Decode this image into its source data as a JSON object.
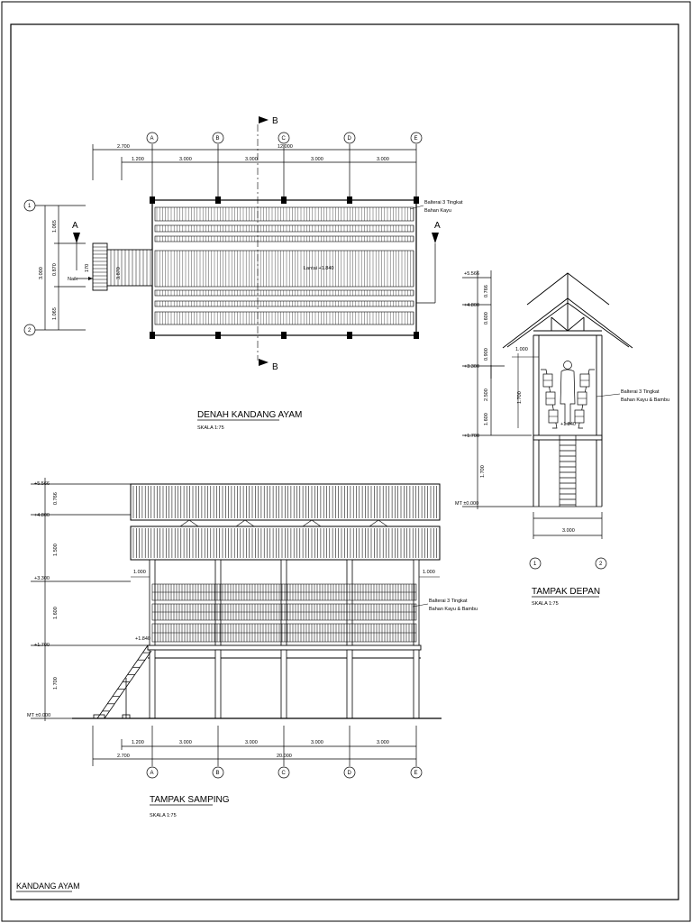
{
  "sheet_title": "KANDANG AYAM",
  "plan": {
    "title": "DENAH KANDANG AYAM",
    "scale": "SKALA 1:75",
    "grid_letters": [
      "A",
      "B",
      "C",
      "D",
      "E"
    ],
    "grid_numbers": [
      "1",
      "2"
    ],
    "dim_total_left": "2.700",
    "dim_total": "12.000",
    "dims_bays": [
      "1.200",
      "3.000",
      "3.000",
      "3.000",
      "3.000"
    ],
    "dims_vertical": [
      "1.065",
      "0.870",
      "1.065"
    ],
    "dim_vertical_total": "3.000",
    "dim_small": "3.870",
    "dim_stair": "170",
    "label_naik": "Naik",
    "label_floor": "Lantai +1.840",
    "balcony_note_1": "Balterai 3 Tingkat",
    "balcony_note_2": "Bahan Kayu",
    "section_a": "A",
    "section_b": "B"
  },
  "front": {
    "title": "TAMPAK DEPAN",
    "scale": "SKALA 1:75",
    "levels": [
      "+5.566",
      "+4.800",
      "+3.300",
      "+1.700",
      "MT ±0.000"
    ],
    "dims_vertical": [
      "0.766",
      "0.600",
      "0.900",
      "2.500",
      "1.600",
      "1.700"
    ],
    "dim_inner": "1.700",
    "dim_top": "1.000",
    "dim_width": "3.000",
    "floor_label": "+1.840",
    "grid_numbers": [
      "1",
      "2"
    ],
    "note_1": "Balterai 3 Tingkat",
    "note_2": "Bahan Kayu & Bambu"
  },
  "side": {
    "title": "TAMPAK SAMPING",
    "scale": "SKALA 1:75",
    "levels": [
      "+5.566",
      "+4.800",
      "+3.300",
      "+1.700",
      "MT ±0.000"
    ],
    "dims_vertical": [
      "0.766",
      "1.500",
      "1.600",
      "1.700"
    ],
    "dim_eave_left": "1.000",
    "dim_eave_right": "1.000",
    "floor_label": "+1.840",
    "dims_bays": [
      "1.200",
      "3.000",
      "3.000",
      "3.000",
      "3.000"
    ],
    "dim_total_left": "2.700",
    "dim_total": "20.000",
    "grid_letters": [
      "A",
      "B",
      "C",
      "D",
      "E"
    ],
    "note_1": "Balterai 3 Tingkat",
    "note_2": "Bahan Kayu & Bambu"
  }
}
